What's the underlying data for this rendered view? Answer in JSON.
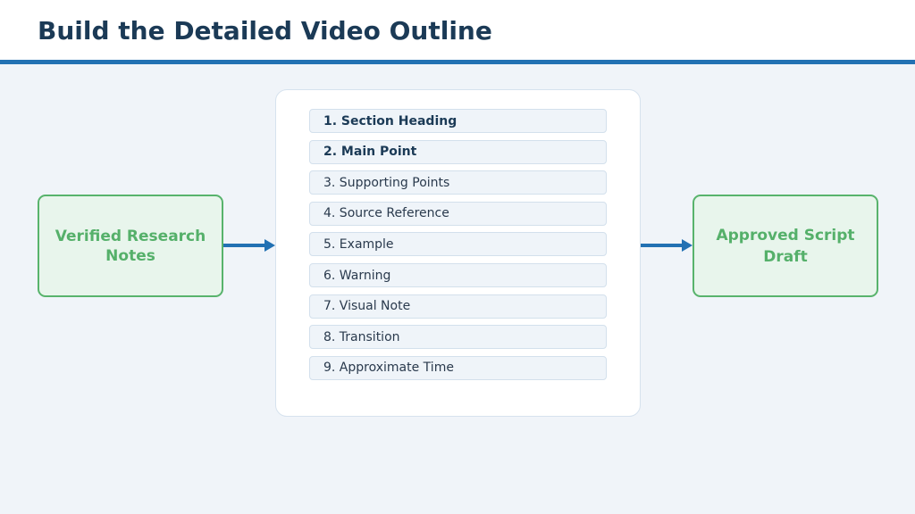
{
  "header": {
    "title": "Build the Detailed Video Outline",
    "accent_color": "#2271b3"
  },
  "input": {
    "label": "Verified Research Notes"
  },
  "output": {
    "label": "Approved Script Draft"
  },
  "outline": {
    "steps": [
      {
        "label": "1. Section Heading",
        "emphasis": true
      },
      {
        "label": "2. Main Point",
        "emphasis": true
      },
      {
        "label": "3. Supporting Points",
        "emphasis": false
      },
      {
        "label": "4. Source Reference",
        "emphasis": false
      },
      {
        "label": "5. Example",
        "emphasis": false
      },
      {
        "label": "6. Warning",
        "emphasis": false
      },
      {
        "label": "7. Visual Note",
        "emphasis": false
      },
      {
        "label": "8. Transition",
        "emphasis": false
      },
      {
        "label": "9. Approximate Time",
        "emphasis": false
      }
    ]
  },
  "colors": {
    "title": "#1b3a56",
    "box_border": "#58b36c",
    "box_fill": "#e8f5ec",
    "box_text": "#55b06a",
    "background": "#f0f4f9"
  }
}
